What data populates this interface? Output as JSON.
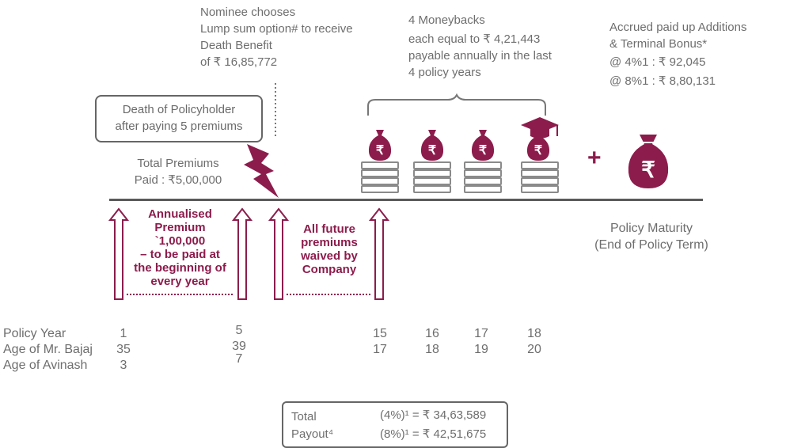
{
  "nominee": {
    "line1": "Nominee chooses",
    "line2": "Lump sum option# to receive",
    "line3": "Death Benefit",
    "line4": "of ₹ 16,85,772"
  },
  "moneybacks": {
    "line1": "4 Moneybacks",
    "line2": "each equal to ₹ 4,21,443",
    "line3": "payable annually in the last",
    "line4": "4 policy years"
  },
  "accrued": {
    "line1": "Accrued paid up Additions",
    "line2": "& Terminal Bonus*",
    "line3": "@ 4%1 : ₹ 92,045",
    "line4": "@ 8%1 : ₹ 8,80,131"
  },
  "death_box": {
    "line1": "Death of Policyholder",
    "line2": "after paying 5 premiums"
  },
  "total_premiums": {
    "line1": "Total Premiums",
    "line2": "Paid : ₹5,00,000"
  },
  "annualised": {
    "line1": "Annualised",
    "line2": "Premium",
    "line3": "`1,00,000",
    "line4": "– to be paid at",
    "line5": "the beginning of",
    "line6": "every year"
  },
  "waived": {
    "line1": "All future",
    "line2": "premiums",
    "line3": "waived by",
    "line4": "Company"
  },
  "maturity": {
    "line1": "Policy Maturity",
    "line2": "(End of Policy Term)"
  },
  "plus_sign": "+",
  "rupee_symbol": "₹",
  "table": {
    "labels": [
      "Policy Year",
      "Age of Mr. Bajaj",
      "Age of Avinash"
    ],
    "col1": [
      "1",
      "35",
      "3"
    ],
    "col5": [
      "5",
      "39",
      "7"
    ],
    "col15": [
      "15",
      "",
      "17"
    ],
    "col16": [
      "16",
      "",
      "18"
    ],
    "col17": [
      "17",
      "",
      "19"
    ],
    "col18": [
      "18",
      "",
      "20"
    ]
  },
  "payout": {
    "label1": "Total",
    "label2": "Payout⁴",
    "value1": "(4%)¹ = ₹ 34,63,589",
    "value2": "(8%)¹ = ₹ 42,51,675"
  },
  "colors": {
    "plum": "#8c1c4c",
    "grey": "#6e6e6e",
    "book": "#8a8a8a"
  },
  "icons": [
    "money-bag-icon",
    "book-stack-icon",
    "graduation-cap-icon",
    "lightning-bolt-icon",
    "arrow-up-icon"
  ]
}
